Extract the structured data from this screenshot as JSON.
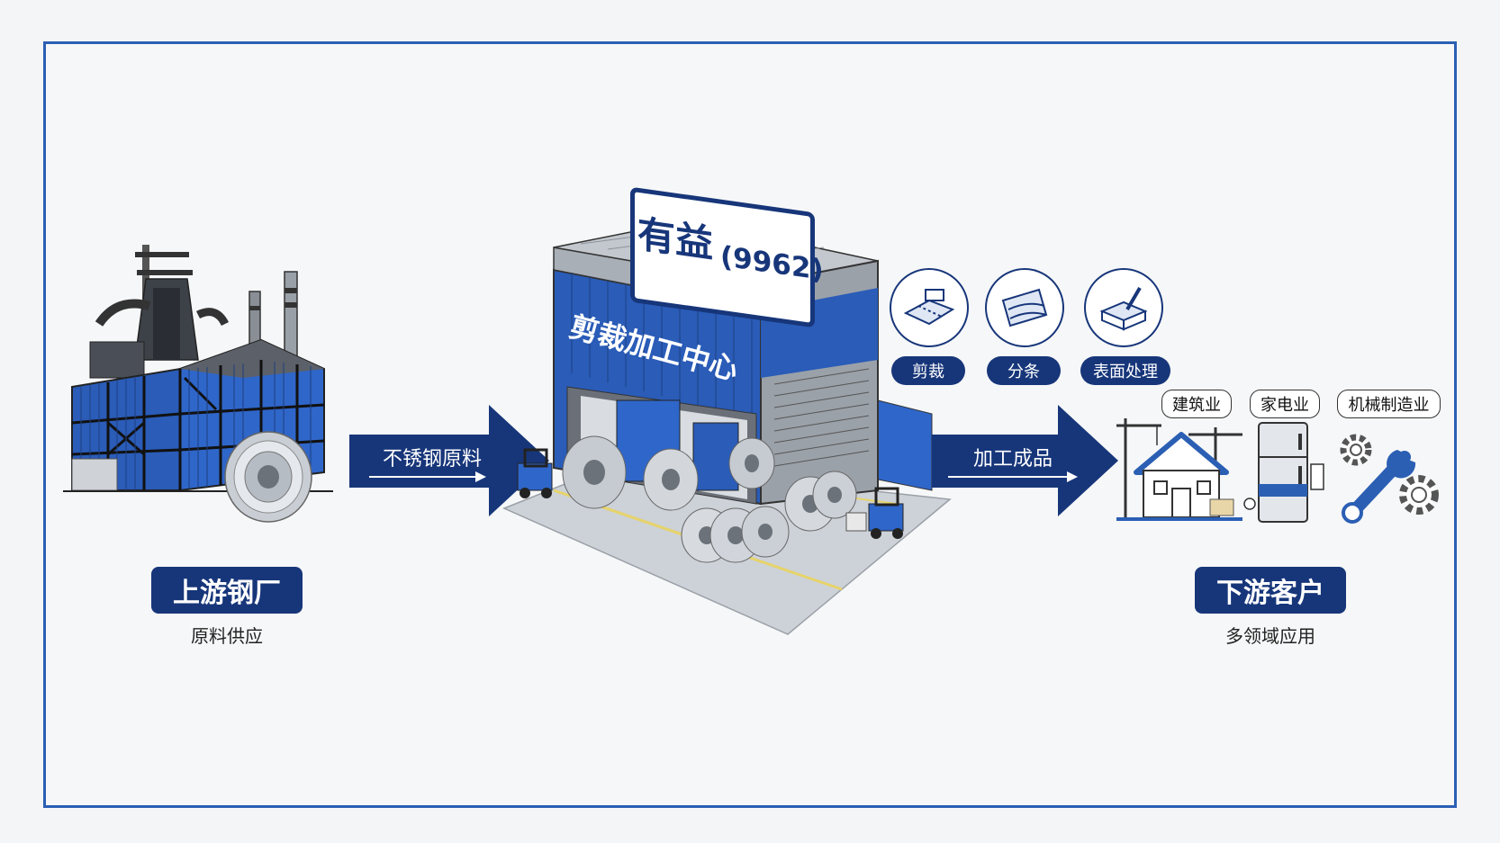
{
  "upstream": {
    "title": "上游钢厂",
    "subtitle": "原料供应"
  },
  "arrow_left": {
    "label": "不锈钢原料"
  },
  "center": {
    "sign_company": "有益",
    "sign_code": "(9962)",
    "building_label": "剪裁加工中心"
  },
  "processes": [
    {
      "label": "剪裁",
      "icon": "cutting-icon"
    },
    {
      "label": "分条",
      "icon": "slitting-icon"
    },
    {
      "label": "表面处理",
      "icon": "surface-treatment-icon"
    }
  ],
  "arrow_right": {
    "label": "加工成品"
  },
  "downstream": {
    "title": "下游客户",
    "subtitle": "多领域应用"
  },
  "industries": [
    {
      "label": "建筑业",
      "icon": "house-crane-icon"
    },
    {
      "label": "家电业",
      "icon": "refrigerator-icon"
    },
    {
      "label": "机械制造业",
      "icon": "wrench-gear-icon"
    }
  ],
  "colors": {
    "navy": "#17367a",
    "blue": "#2b5fb4",
    "steel": "#b9bec5"
  }
}
